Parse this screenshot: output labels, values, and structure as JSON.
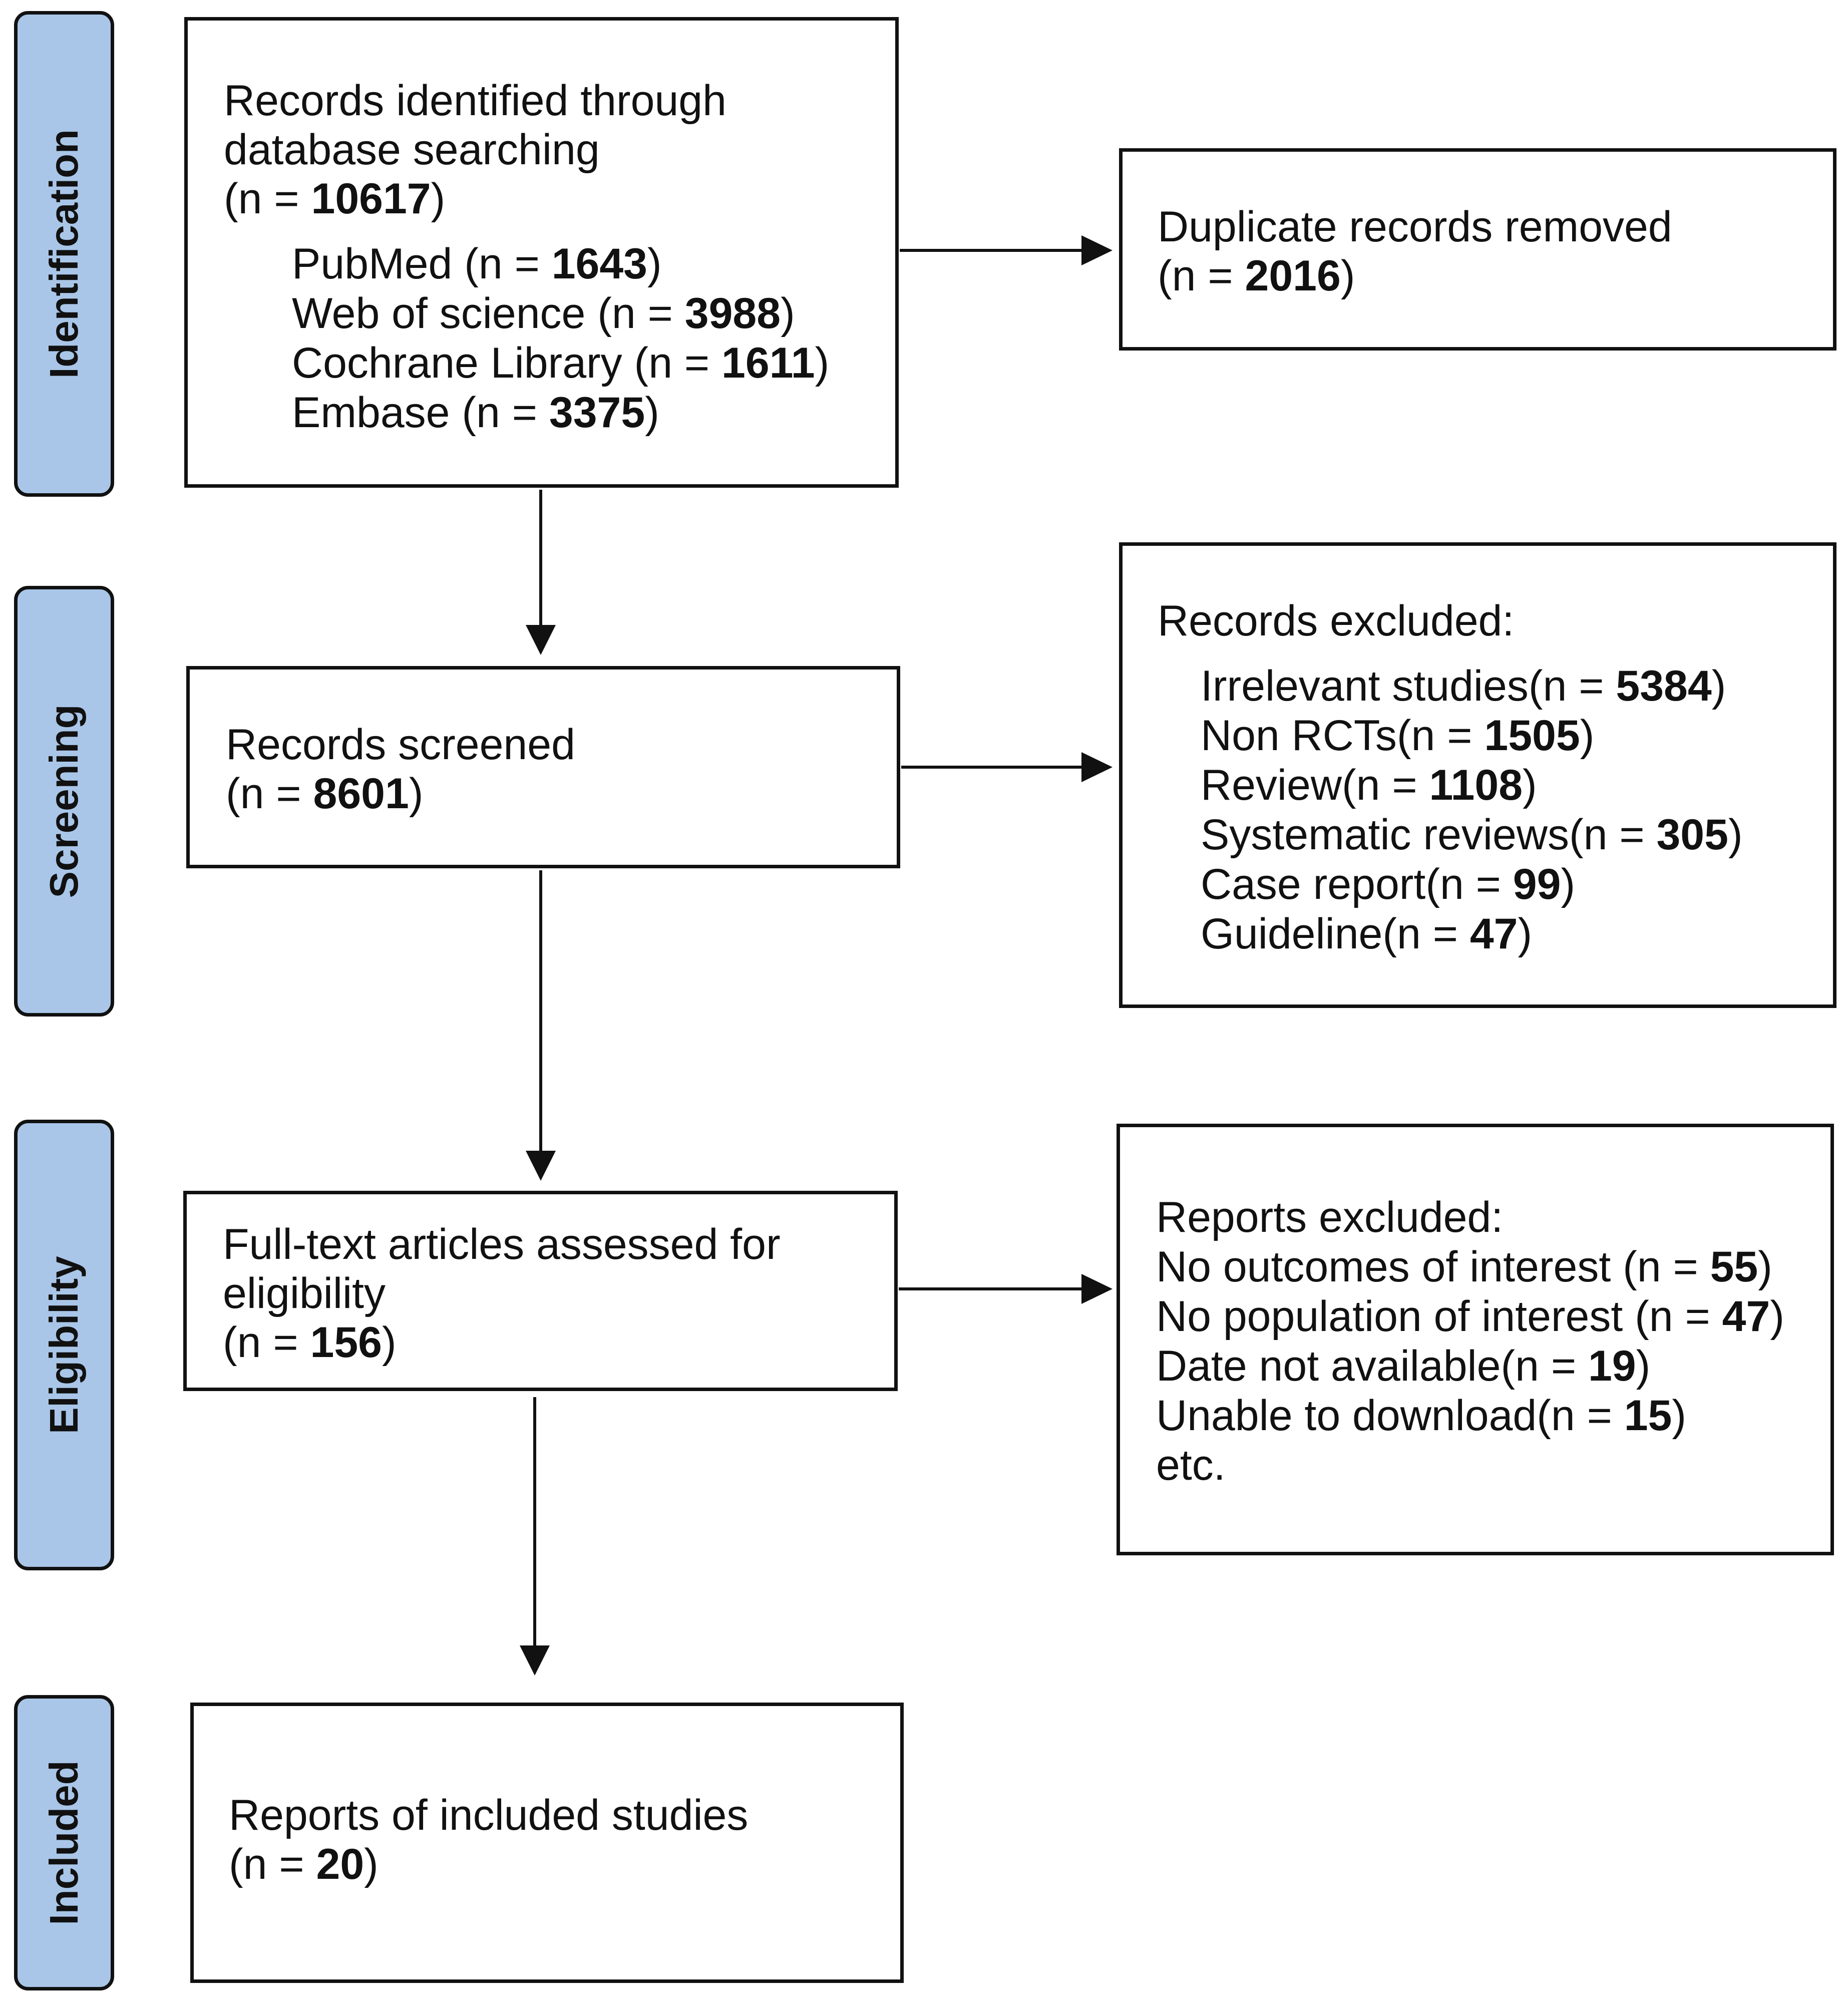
{
  "phases": {
    "identification": "Identification",
    "screening": "Screening",
    "eligibility": "Eligibility",
    "included": "Included"
  },
  "identified": {
    "line1": "Records identified through",
    "line2": "database searching",
    "total": {
      "pre": "(n = ",
      "num": "10617",
      "post": ")"
    },
    "sources": [
      {
        "pre": "PubMed (n = ",
        "num": "1643",
        "post": ")"
      },
      {
        "pre": "Web of science (n = ",
        "num": "3988",
        "post": ")"
      },
      {
        "pre": "Cochrane Library (n = ",
        "num": "1611",
        "post": ")"
      },
      {
        "pre": "Embase (n = ",
        "num": "3375",
        "post": ")"
      }
    ]
  },
  "duplicates": {
    "line1": "Duplicate records removed",
    "count": {
      "pre": "(n = ",
      "num": "2016",
      "post": ")"
    }
  },
  "screened": {
    "line1": "Records screened",
    "count": {
      "pre": "(n = ",
      "num": "8601",
      "post": ")"
    }
  },
  "records_excluded": {
    "heading": "Records excluded:",
    "items": [
      {
        "pre": "Irrelevant studies(n = ",
        "num": "5384",
        "post": ")"
      },
      {
        "pre": "Non RCTs(n = ",
        "num": "1505",
        "post": ")"
      },
      {
        "pre": "Review(n = ",
        "num": "1108",
        "post": ")"
      },
      {
        "pre": "Systematic reviews(n = ",
        "num": "305",
        "post": ")"
      },
      {
        "pre": "Case report(n = ",
        "num": "99",
        "post": ")"
      },
      {
        "pre": "Guideline(n = ",
        "num": "47",
        "post": ")"
      }
    ]
  },
  "fulltext": {
    "line1": "Full-text articles assessed for",
    "line2": "eligibility",
    "count": {
      "pre": "(n = ",
      "num": "156",
      "post": ")"
    }
  },
  "reports_excluded": {
    "heading": "Reports excluded:",
    "items": [
      {
        "pre": "No outcomes of interest (n = ",
        "num": "55",
        "post": ")"
      },
      {
        "pre": "No population of interest (n = ",
        "num": "47",
        "post": ")"
      },
      {
        "pre": "Date not available(n = ",
        "num": "19",
        "post": ")"
      },
      {
        "pre": "Unable to download(n = ",
        "num": "15",
        "post": ")"
      }
    ],
    "etc": "etc."
  },
  "included": {
    "line1": "Reports of included studies",
    "count": {
      "pre": "(n = ",
      "num": "20",
      "post": ")"
    }
  },
  "colors": {
    "phase_fill": "#a9c6e8",
    "stroke": "#111111"
  }
}
